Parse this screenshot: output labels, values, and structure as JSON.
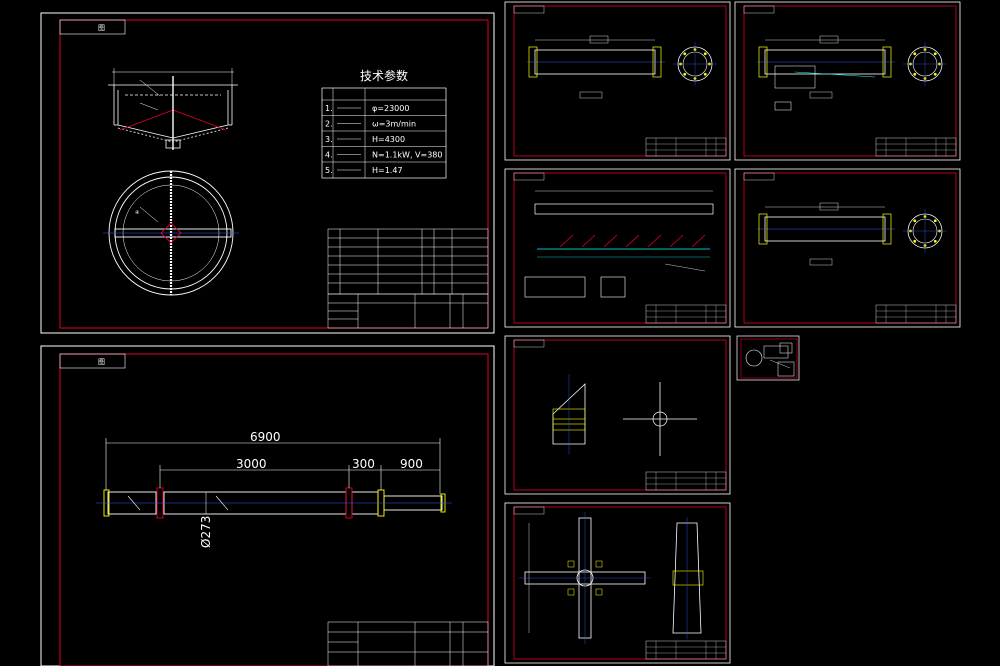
{
  "colors": {
    "background": "#000000",
    "sheet_border": "#ffffff",
    "frame": "#e0002a",
    "geometry": "#ffffff",
    "dimension": "#ffff00",
    "center_line": "#3a5bff",
    "accent_green": "#00ff00",
    "accent_cyan": "#00ffff"
  },
  "sheet1": {
    "table_title": "技术参数",
    "params": [
      {
        "no": "1.",
        "value": "φ=23000"
      },
      {
        "no": "2.",
        "value": "ω=3m/min"
      },
      {
        "no": "3.",
        "value": "H=4300"
      },
      {
        "no": "4.",
        "value": "N=1.1kW, V=380"
      },
      {
        "no": "5.",
        "value": "H=1.47"
      }
    ]
  },
  "sheet2": {
    "dimensions": {
      "total": "6900",
      "segment_a": "3000",
      "segment_b": "300",
      "segment_c": "900",
      "diameter": "Ø273"
    }
  }
}
